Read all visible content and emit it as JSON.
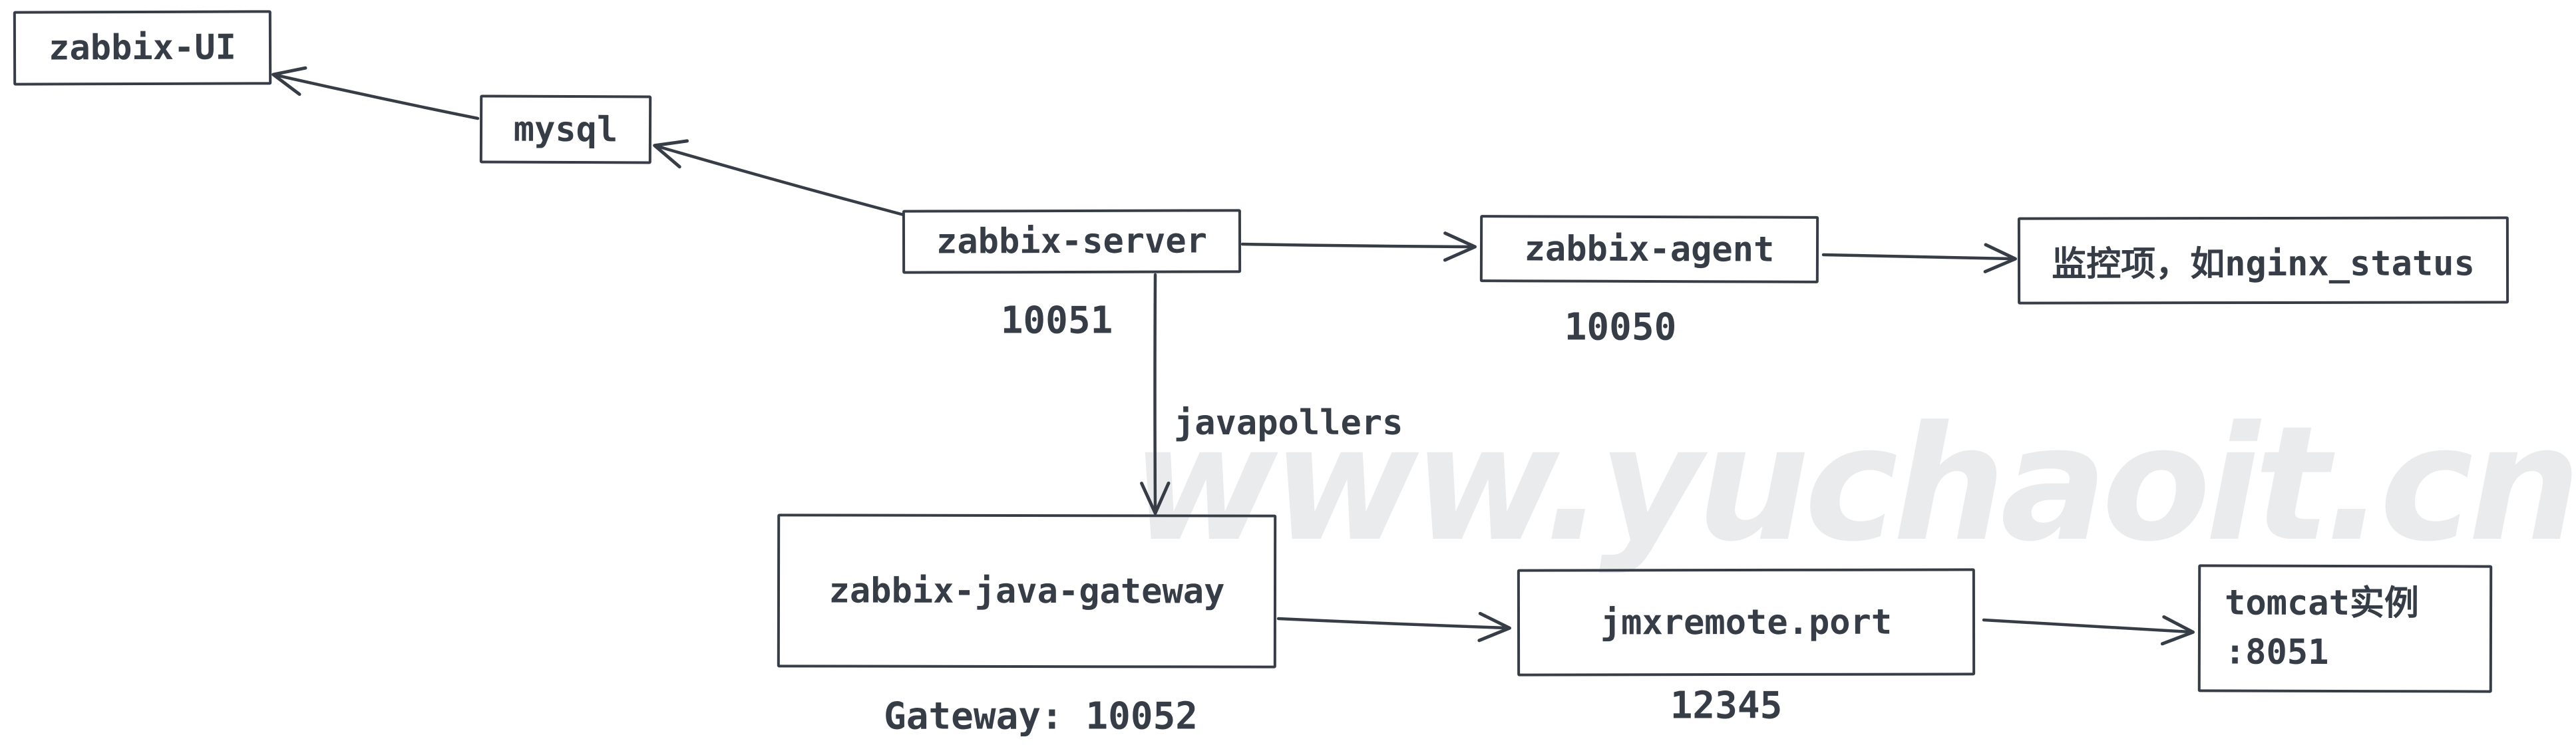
{
  "page": {
    "background_color": "#ffffff"
  },
  "watermark": {
    "text": "www.yuchaoit.cn",
    "color": "#e9ebed"
  },
  "diagram": {
    "style": "hand-drawn sketch",
    "stroke_color": "#363d46",
    "nodes": [
      {
        "id": "zabbix-ui",
        "label": "zabbix-UI"
      },
      {
        "id": "mysql",
        "label": "mysql"
      },
      {
        "id": "zabbix-server",
        "label": "zabbix-server",
        "port_label": "10051"
      },
      {
        "id": "zabbix-agent",
        "label": "zabbix-agent",
        "port_label": "10050"
      },
      {
        "id": "monitoring-item",
        "label": "监控项，如nginx_status"
      },
      {
        "id": "zabbix-java-gateway",
        "label": "zabbix-java-gateway",
        "port_label": "Gateway: 10052"
      },
      {
        "id": "jmxremote-port",
        "label": "jmxremote.port",
        "port_label": "12345"
      },
      {
        "id": "tomcat-instance",
        "label": "tomcat实例",
        "label_line2": ":8051"
      }
    ],
    "edges": [
      {
        "from": "mysql",
        "to": "zabbix-ui"
      },
      {
        "from": "zabbix-server",
        "to": "mysql"
      },
      {
        "from": "zabbix-server",
        "to": "zabbix-agent"
      },
      {
        "from": "zabbix-agent",
        "to": "monitoring-item"
      },
      {
        "from": "zabbix-server",
        "to": "zabbix-java-gateway",
        "label": "javapollers"
      },
      {
        "from": "zabbix-java-gateway",
        "to": "jmxremote-port"
      },
      {
        "from": "jmxremote-port",
        "to": "tomcat-instance"
      }
    ]
  }
}
